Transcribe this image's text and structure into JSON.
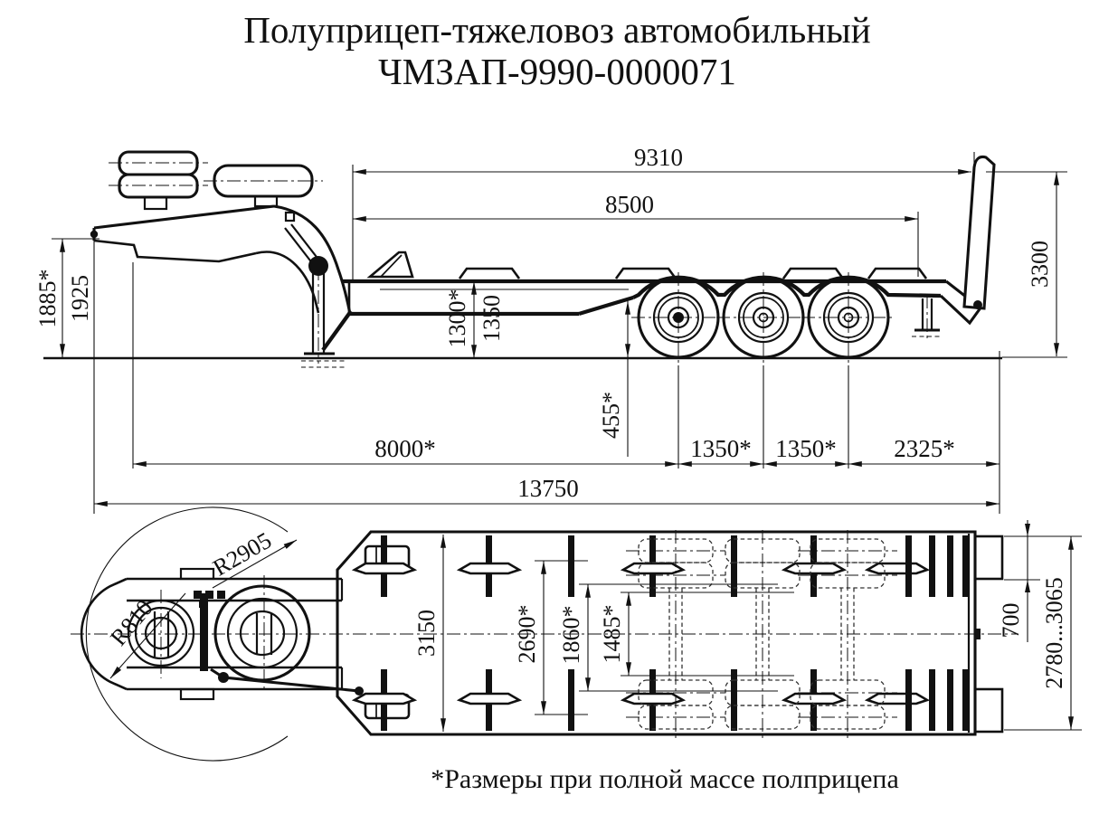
{
  "title": {
    "line1": "Полуприцеп-тяжеловоз автомобильный",
    "line2": "ЧМЗАП-9990-0000071"
  },
  "footnote": "*Размеры при полной массе полприцепа",
  "colors": {
    "ink": "#111111",
    "paper": "#ffffff"
  },
  "side_view": {
    "dims": {
      "platform_to_ramp": "9310",
      "deck_length": "8500",
      "ramp_height": "3300",
      "height_front_laden": "1885*",
      "height_front": "1925",
      "height_deck_laden": "1300*",
      "height_deck": "1350",
      "clearance_rear_laden": "455*",
      "kingpin_to_axle1": "8000*",
      "axle_spacing_1": "1350*",
      "axle_spacing_2": "1350*",
      "axle3_to_rear": "2325*",
      "overall_length": "13750"
    }
  },
  "plan_view": {
    "dims": {
      "swing_radius": "R2905",
      "front_radius": "R810",
      "overall_width": "3150",
      "width_over_tyres": "2690*",
      "frame_width": "1860*",
      "track_width": "1485*",
      "ramp_width": "700",
      "ramp_spacing_range": "2780...3065"
    }
  }
}
